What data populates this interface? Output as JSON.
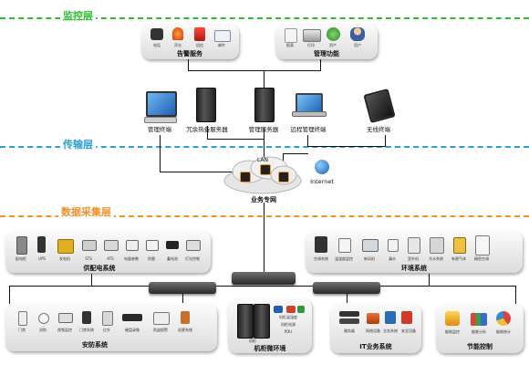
{
  "layers": {
    "monitor": "监控层",
    "transport": "传输层",
    "collection": "数据采集层"
  },
  "colors": {
    "monitor": "#2bbf2b",
    "transport": "#2aa0d6",
    "collection": "#f0902a",
    "lines": "#111111"
  },
  "monitor_panels": {
    "alarm": {
      "title": "告警服务",
      "items": [
        "电话",
        "声光",
        "短信",
        "邮件"
      ],
      "icons": [
        "phone-icon",
        "siren-icon",
        "sms-icon",
        "email-icon"
      ]
    },
    "manage": {
      "title": "管理功能",
      "items": [
        "报表",
        "打印",
        "资产",
        "用户"
      ],
      "icons": [
        "report-icon",
        "printer-icon",
        "asset-icon",
        "user-icon"
      ]
    }
  },
  "servers": [
    {
      "label": "管理终端",
      "icon": "monitor-icon"
    },
    {
      "label": "冗余热备服务器",
      "icon": "server-icon"
    },
    {
      "label": "管理服务器",
      "icon": "server-icon"
    },
    {
      "label": "远程管理终端",
      "icon": "laptop-icon"
    },
    {
      "label": "无线终端",
      "icon": "tablet-icon"
    }
  ],
  "network": {
    "lan_label": "LAN",
    "internet_label": "Internet",
    "network_label": "业务专网"
  },
  "collection_panels": {
    "power": {
      "title": "供配电系统",
      "items": [
        "配电柜",
        "UPS",
        "发电机",
        "STS",
        "ATS",
        "电量参数",
        "防雷",
        "蓄电池",
        "灯光控制"
      ]
    },
    "environment": {
      "title": "环境系统",
      "items": [
        "空调系统",
        "温湿度监控",
        "新风机",
        "漏水",
        "室外机",
        "冷水系统",
        "有害气体",
        "精密空调"
      ]
    },
    "security": {
      "title": "安防系统",
      "items": [
        "门禁",
        "消防",
        "视频监控",
        "门禁系统",
        "红外",
        "硬盘录像",
        "防盗报警",
        "巡更系统"
      ]
    },
    "cabinet": {
      "title": "机柜微环境",
      "items": [
        "机柜",
        "机柜温湿度",
        "机柜电源",
        "PDU"
      ]
    },
    "it": {
      "title": "IT业务系统",
      "items": [
        "服务器",
        "网络设备",
        "业务系统",
        "安全设备"
      ]
    },
    "energy": {
      "title": "节能控制",
      "items": [
        "能耗监控",
        "能耗分析",
        "能耗统计"
      ]
    }
  }
}
